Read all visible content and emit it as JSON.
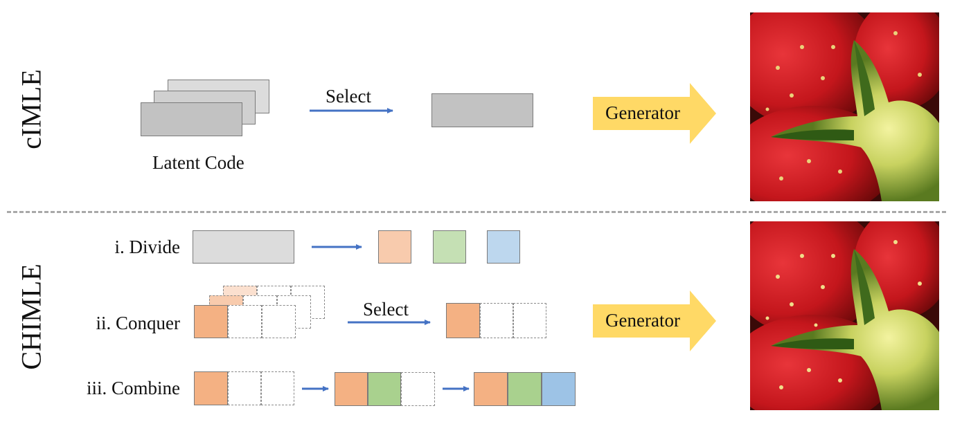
{
  "labels": {
    "cimle": "cIMLE",
    "chimle": "CHIMLE",
    "latent_code": "Latent Code",
    "select_top": "Select",
    "select_bottom": "Select",
    "generator_top": "Generator",
    "generator_bottom": "Generator",
    "step_divide": "i. Divide",
    "step_conquer": "ii. Conquer",
    "step_combine": "iii. Combine"
  },
  "colors": {
    "orange": "#f4b183",
    "orange_light": "#f8cbad",
    "green": "#a9d18e",
    "green_light": "#c5e0b4",
    "blue": "#9dc3e6",
    "blue_light": "#bdd7ee",
    "arrow_blue": "#4472c4",
    "generator_yellow": "#ffd966",
    "gray_code": "#c2c2c2"
  }
}
